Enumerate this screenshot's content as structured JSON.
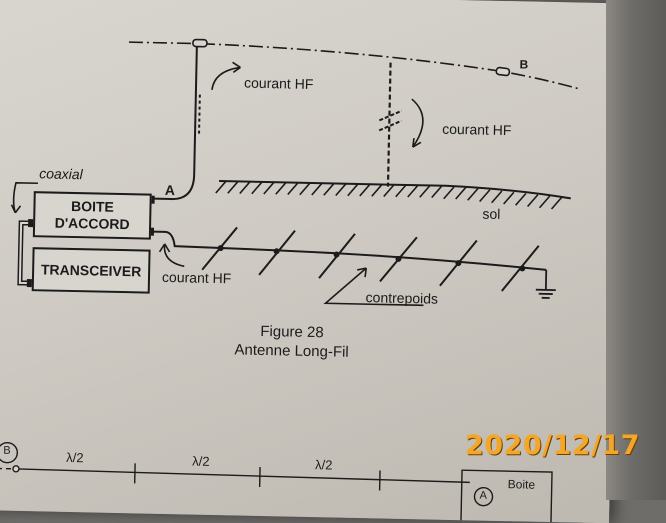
{
  "diagram": {
    "label_coaxial": "coaxial",
    "box_tuner_line1": "BOITE",
    "box_tuner_line2": "D'ACCORD",
    "box_transceiver": "TRANSCEIVER",
    "label_a": "A",
    "label_b": "B",
    "label_current_top": "courant HF",
    "label_current_right": "courant HF",
    "label_current_bottom": "courant HF",
    "label_sol": "sol",
    "label_counterpoise": "contrepoids"
  },
  "caption": {
    "figure": "Figure 28",
    "title": "Antenne Long-Fil"
  },
  "lower_figure": {
    "node_label": "B",
    "segments": [
      "λ/2",
      "λ/2",
      "λ/2"
    ],
    "node_a": "A",
    "box_label": "Boite"
  },
  "timestamp": "2020/12/17"
}
